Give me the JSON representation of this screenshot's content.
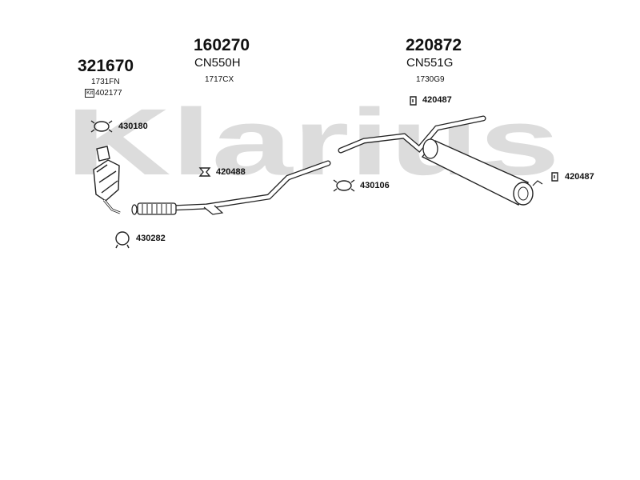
{
  "watermark": "Klarius",
  "groups": [
    {
      "number": "321670",
      "code": "",
      "sub": "1731FN"
    },
    {
      "number": "160270",
      "code": "CN550H",
      "sub": "1717CX"
    },
    {
      "number": "220872",
      "code": "CN551G",
      "sub": "1730G9"
    }
  ],
  "kit": {
    "badge": "Kit",
    "number": "402177"
  },
  "parts": [
    "430180",
    "420488",
    "430106",
    "430282",
    "420487",
    "420487"
  ]
}
